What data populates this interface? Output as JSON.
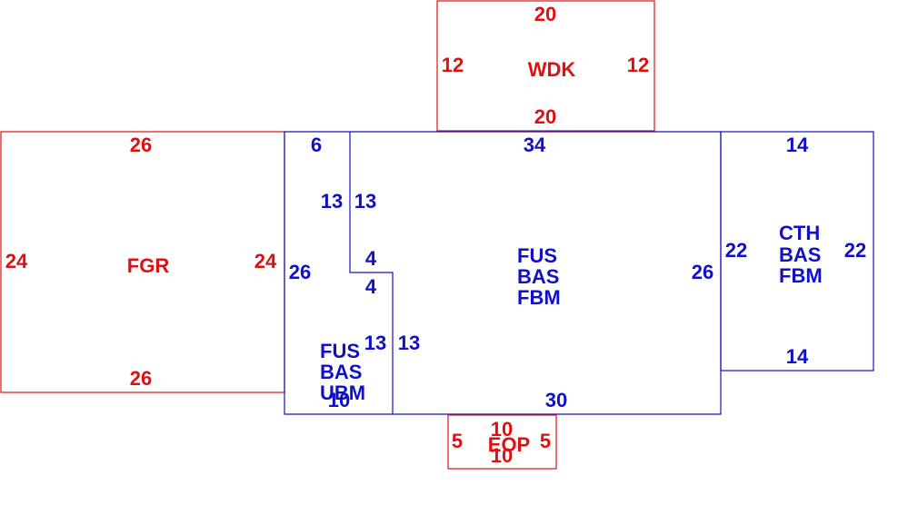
{
  "colors": {
    "red": "#e01010",
    "blue": "#1010c8"
  },
  "areas": {
    "wdk": {
      "label": "WDK",
      "top": "20",
      "bottom": "20",
      "left": "12",
      "right": "12"
    },
    "fgr": {
      "label": "FGR",
      "top": "26",
      "bottom": "26",
      "left": "24",
      "right": "24"
    },
    "main": {
      "label1": "FUS",
      "label2": "BAS",
      "label3": "FBM",
      "top": "34",
      "bottom": "30",
      "right": "26"
    },
    "cth": {
      "label1": "CTH",
      "label2": "BAS",
      "label3": "FBM",
      "top": "14",
      "bottom": "14",
      "left": "22",
      "right": "22"
    },
    "ubm": {
      "label1": "FUS",
      "label2": "BAS",
      "label3": "UBM",
      "left": "26",
      "bottom": "10",
      "top_notch": "6",
      "step_a_left": "13",
      "step_a_right": "13",
      "step_b_top": "4",
      "step_b_bottom": "4",
      "step_c_left": "13",
      "step_c_right": "13"
    },
    "eop": {
      "label": "EOP",
      "top": "10",
      "bottom": "10",
      "left": "5",
      "right": "5"
    }
  }
}
